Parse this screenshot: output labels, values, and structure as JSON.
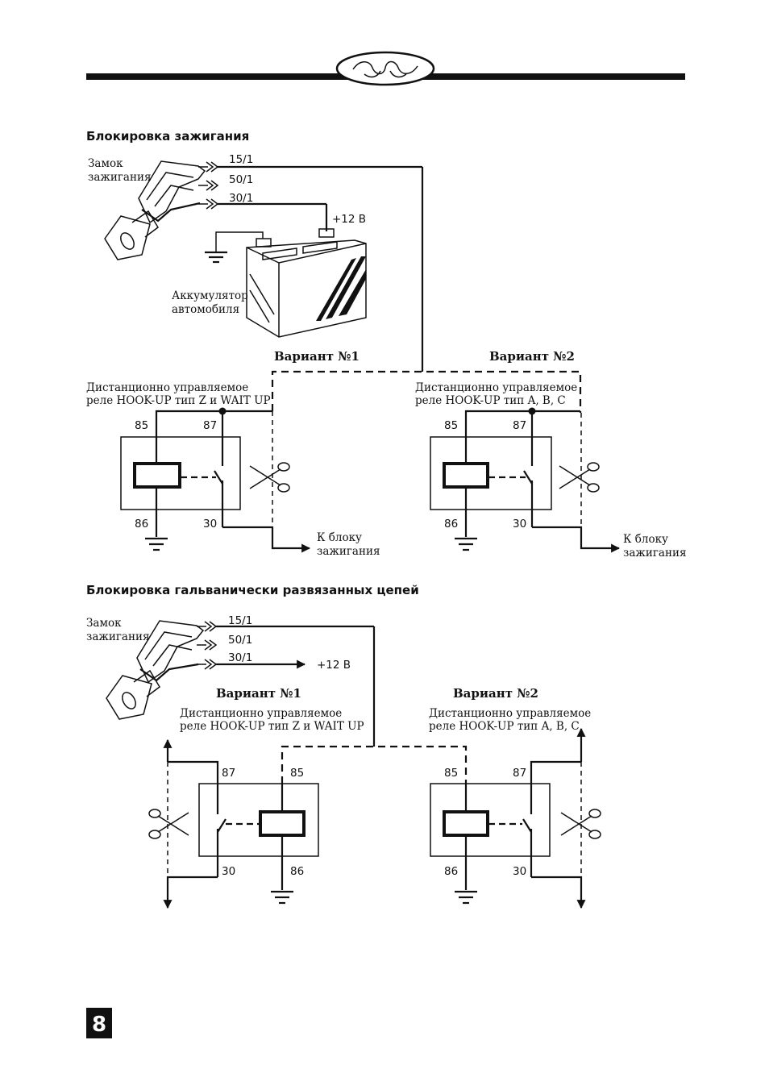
{
  "header": {
    "ornament": "ornament-icon"
  },
  "section1": {
    "title": "Блокировка зажигания",
    "lock_label_1": "Замок",
    "lock_label_2": "зажигания",
    "wire_1": "15/1",
    "wire_2": "50/1",
    "wire_3": "30/1",
    "plus12": "+12 В",
    "battery_label_1": "Аккумулятор",
    "battery_label_2": "автомобиля",
    "variant1": "Вариант №1",
    "variant2": "Вариант №2",
    "relay1_desc_1": "Дистанционно управляемое",
    "relay1_desc_2": "реле HOOK-UP тип Z и WAIT UP",
    "relay2_desc_1": "Дистанционно управляемое",
    "relay2_desc_2": "реле HOOK-UP тип A, B, C",
    "pin85": "85",
    "pin87": "87",
    "pin86": "86",
    "pin30": "30",
    "out_label_1": "К блоку",
    "out_label_2": "зажигания"
  },
  "section2": {
    "title": "Блокировка гальванически развязанных цепей",
    "lock_label_1": "Замок",
    "lock_label_2": "зажигания",
    "wire_1": "15/1",
    "wire_2": "50/1",
    "wire_3": "30/1",
    "plus12": "+12 В",
    "variant1": "Вариант №1",
    "variant2": "Вариант №2",
    "relay1_desc_1": "Дистанционно управляемое",
    "relay1_desc_2": "реле HOOK-UP тип Z и WAIT UP",
    "relay2_desc_1": "Дистанционно управляемое",
    "relay2_desc_2": "реле HOOK-UP тип A, B, C",
    "pin85": "85",
    "pin87": "87",
    "pin86": "86",
    "pin30": "30"
  },
  "footer": {
    "page_number": "8"
  }
}
